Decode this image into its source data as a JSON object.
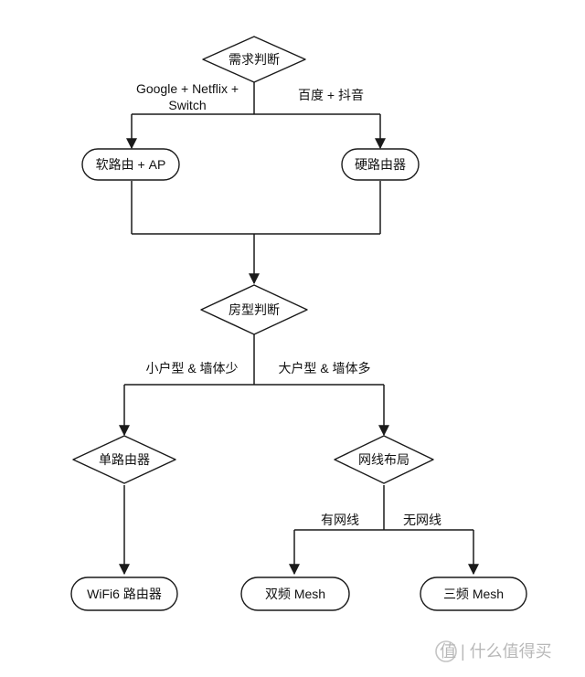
{
  "diagram": {
    "nodes": {
      "demand": "需求判断",
      "soft_router": "软路由 + AP",
      "hard_router": "硬路由器",
      "house": "房型判断",
      "single_router": "单路由器",
      "cabling": "网线布局",
      "wifi6": "WiFi6 路由器",
      "dual_mesh": "双频 Mesh",
      "tri_mesh": "三频 Mesh"
    },
    "edges": {
      "google_line1": "Google + Netflix +",
      "google_line2": "Switch",
      "baidu": "百度 + 抖音",
      "small": "小户型 & 墙体少",
      "large": "大户型 & 墙体多",
      "has_cable": "有网线",
      "no_cable": "无网线"
    }
  },
  "watermark": {
    "text": "值 | 什么值得买"
  },
  "colors": {
    "line": "#1a1a1a",
    "text": "#111111",
    "background": "#ffffff"
  }
}
